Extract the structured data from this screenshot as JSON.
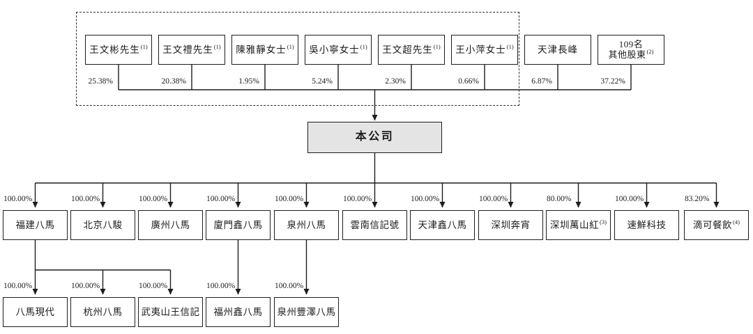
{
  "diagram": {
    "company": {
      "name": "本公司"
    },
    "shareholders": [
      {
        "name": "王文彬先生",
        "note": "(1)",
        "pct": "25.38%"
      },
      {
        "name": "王文禮先生",
        "note": "(1)",
        "pct": "20.38%"
      },
      {
        "name": "陳雅靜女士",
        "note": "(1)",
        "pct": "1.95%"
      },
      {
        "name": "吳小寧女士",
        "note": "(1)",
        "pct": "5.24%"
      },
      {
        "name": "王文超先生",
        "note": "(1)",
        "pct": "2.30%"
      },
      {
        "name": "王小萍女士",
        "note": "(1)",
        "pct": "0.66%"
      },
      {
        "name": "天津長峰",
        "pct": "6.87%"
      },
      {
        "line1": "109名",
        "name": "其他股東",
        "note": "(2)",
        "pct": "37.22%"
      }
    ],
    "subsidiaries": [
      {
        "name": "福建八馬",
        "pct": "100.00%"
      },
      {
        "name": "北京八駿",
        "pct": "100.00%"
      },
      {
        "name": "廣州八馬",
        "pct": "100.00%"
      },
      {
        "name": "廈門鑫八馬",
        "pct": "100.00%"
      },
      {
        "name": "泉州八馬",
        "pct": "100.00%"
      },
      {
        "name": "雲南信記號",
        "pct": "100.00%"
      },
      {
        "name": "天津鑫八馬",
        "pct": "100.00%"
      },
      {
        "name": "深圳奔宵",
        "pct": "100.00%"
      },
      {
        "name": "深圳萬山紅",
        "note": "(3)",
        "pct": "80.00%"
      },
      {
        "name": "速鮮科技",
        "pct": "100.00%"
      },
      {
        "name": "滴可餐飲",
        "note": "(4)",
        "pct": "83.20%"
      }
    ],
    "sub_subsidiaries": [
      {
        "name": "八馬現代",
        "pct": "100.00%",
        "parent": "福建八馬"
      },
      {
        "name": "杭州八馬",
        "pct": "100.00%",
        "parent": "福建八馬"
      },
      {
        "name": "武夷山王信記",
        "pct": "100.00%",
        "parent": "福建八馬"
      },
      {
        "name": "福州鑫八馬",
        "pct": "100.00%",
        "parent": "廈門鑫八馬"
      },
      {
        "name": "泉州豐澤八馬",
        "pct": "100.00%",
        "parent": "泉州八馬"
      }
    ]
  }
}
